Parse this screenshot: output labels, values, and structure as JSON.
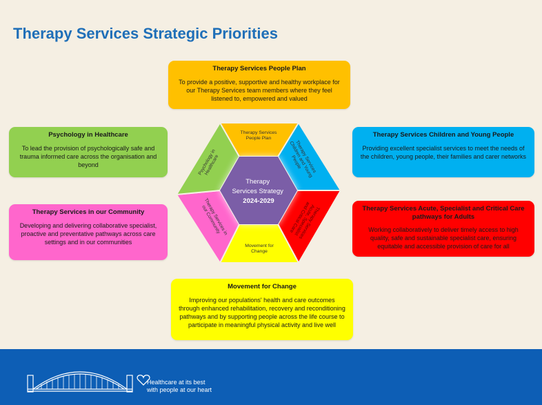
{
  "title": "Therapy Services Strategic Priorities",
  "centre": {
    "line1": "Therapy",
    "line2": "Services Strategy",
    "line3": "2024-2029",
    "color": "#7b5ea7"
  },
  "segments": [
    {
      "key": "people",
      "line1": "Therapy Services",
      "line2": "People Plan",
      "color": "#ffc000"
    },
    {
      "key": "cyp",
      "line1": "Therapy Services",
      "line2": "Children and Young",
      "line3": "People",
      "color": "#00b0f0"
    },
    {
      "key": "acute",
      "line1": "Therapy Services",
      "line2": "Acute, Specialist",
      "line3": "and Critical Care",
      "color": "#ff0000"
    },
    {
      "key": "move",
      "line1": "Movement for",
      "line2": "Change",
      "color": "#ffff00"
    },
    {
      "key": "comm",
      "line1": "Therapy Services in",
      "line2": "our Community",
      "color": "#ff66cc"
    },
    {
      "key": "psych",
      "line1": "Psychology in",
      "line2": "Healthcare",
      "color": "#92d050"
    }
  ],
  "cards": {
    "people": {
      "title": "Therapy Services People Plan",
      "body": "To provide a positive, supportive and healthy workplace for our Therapy Services team members where they feel listened to, empowered and valued"
    },
    "psych": {
      "title": "Psychology in Healthcare",
      "body": "To lead the provision of psychologically safe and trauma informed care across the organisation and beyond"
    },
    "cyp": {
      "title": "Therapy Services Children and Young People",
      "body": "Providing excellent specialist services to meet the needs of the children, young people, their families and carer networks"
    },
    "comm": {
      "title": "Therapy Services in our Community",
      "body": "Developing and delivering collaborative specialist, proactive and preventative pathways across care settings and in our communities"
    },
    "acute": {
      "title": "Therapy Services Acute, Specialist and Critical Care pathways for Adults",
      "body": "Working collaboratively to deliver timely access to high quality, safe and sustainable specialist care, ensuring equitable and accessible provision of care for all"
    },
    "move": {
      "title": "Movement for Change",
      "body": "Improving our populations' health and care outcomes through enhanced rehabilitation, recovery and reconditioning pathways and by supporting people across the life course to participate in meaningful physical activity and live well"
    }
  },
  "footer": {
    "tagline1": "Healthcare at its best",
    "tagline2": "with people at our heart",
    "color": "#0d5eb5"
  }
}
